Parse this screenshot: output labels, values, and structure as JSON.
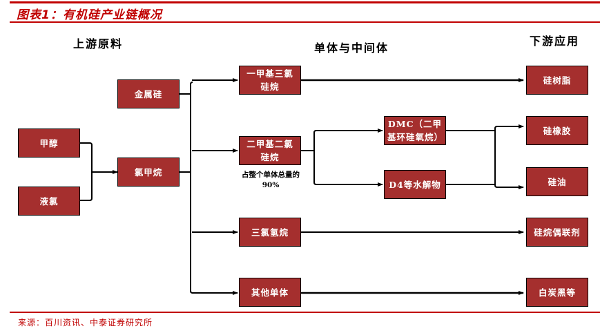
{
  "figure": {
    "title": "图表1：有机硅产业链概况",
    "source": "来源：百川资讯、中泰证券研究所"
  },
  "columns": {
    "upstream": "上游原料",
    "midstream": "单体与中间体",
    "downstream": "下游应用"
  },
  "nodes": {
    "methanol": "甲醇",
    "liquid_chlorine": "液氯",
    "metal_silicon": "金属硅",
    "chloromethane": "氯甲烷",
    "methyltrichlorosilane": "一甲基三氯硅烷",
    "dimethyldichlorosilane": "二甲基二氯硅烷",
    "trichlorosilane": "三氯氢烷",
    "other_monomers": "其他单体",
    "dmc": "DMC（二甲基环硅氧烷）",
    "d4_hydrolysate": "D4等水解物",
    "silicone_resin": "硅树脂",
    "silicone_rubber": "硅橡胶",
    "silicone_oil": "硅油",
    "silane_coupling_agent": "硅烷偶联剂",
    "white_carbon_black": "白炭黑等"
  },
  "annotation": "占整个单体总量的90%",
  "colors": {
    "accent": "#c00000",
    "box_fill": "#a52f2e",
    "connector": "#000000"
  }
}
